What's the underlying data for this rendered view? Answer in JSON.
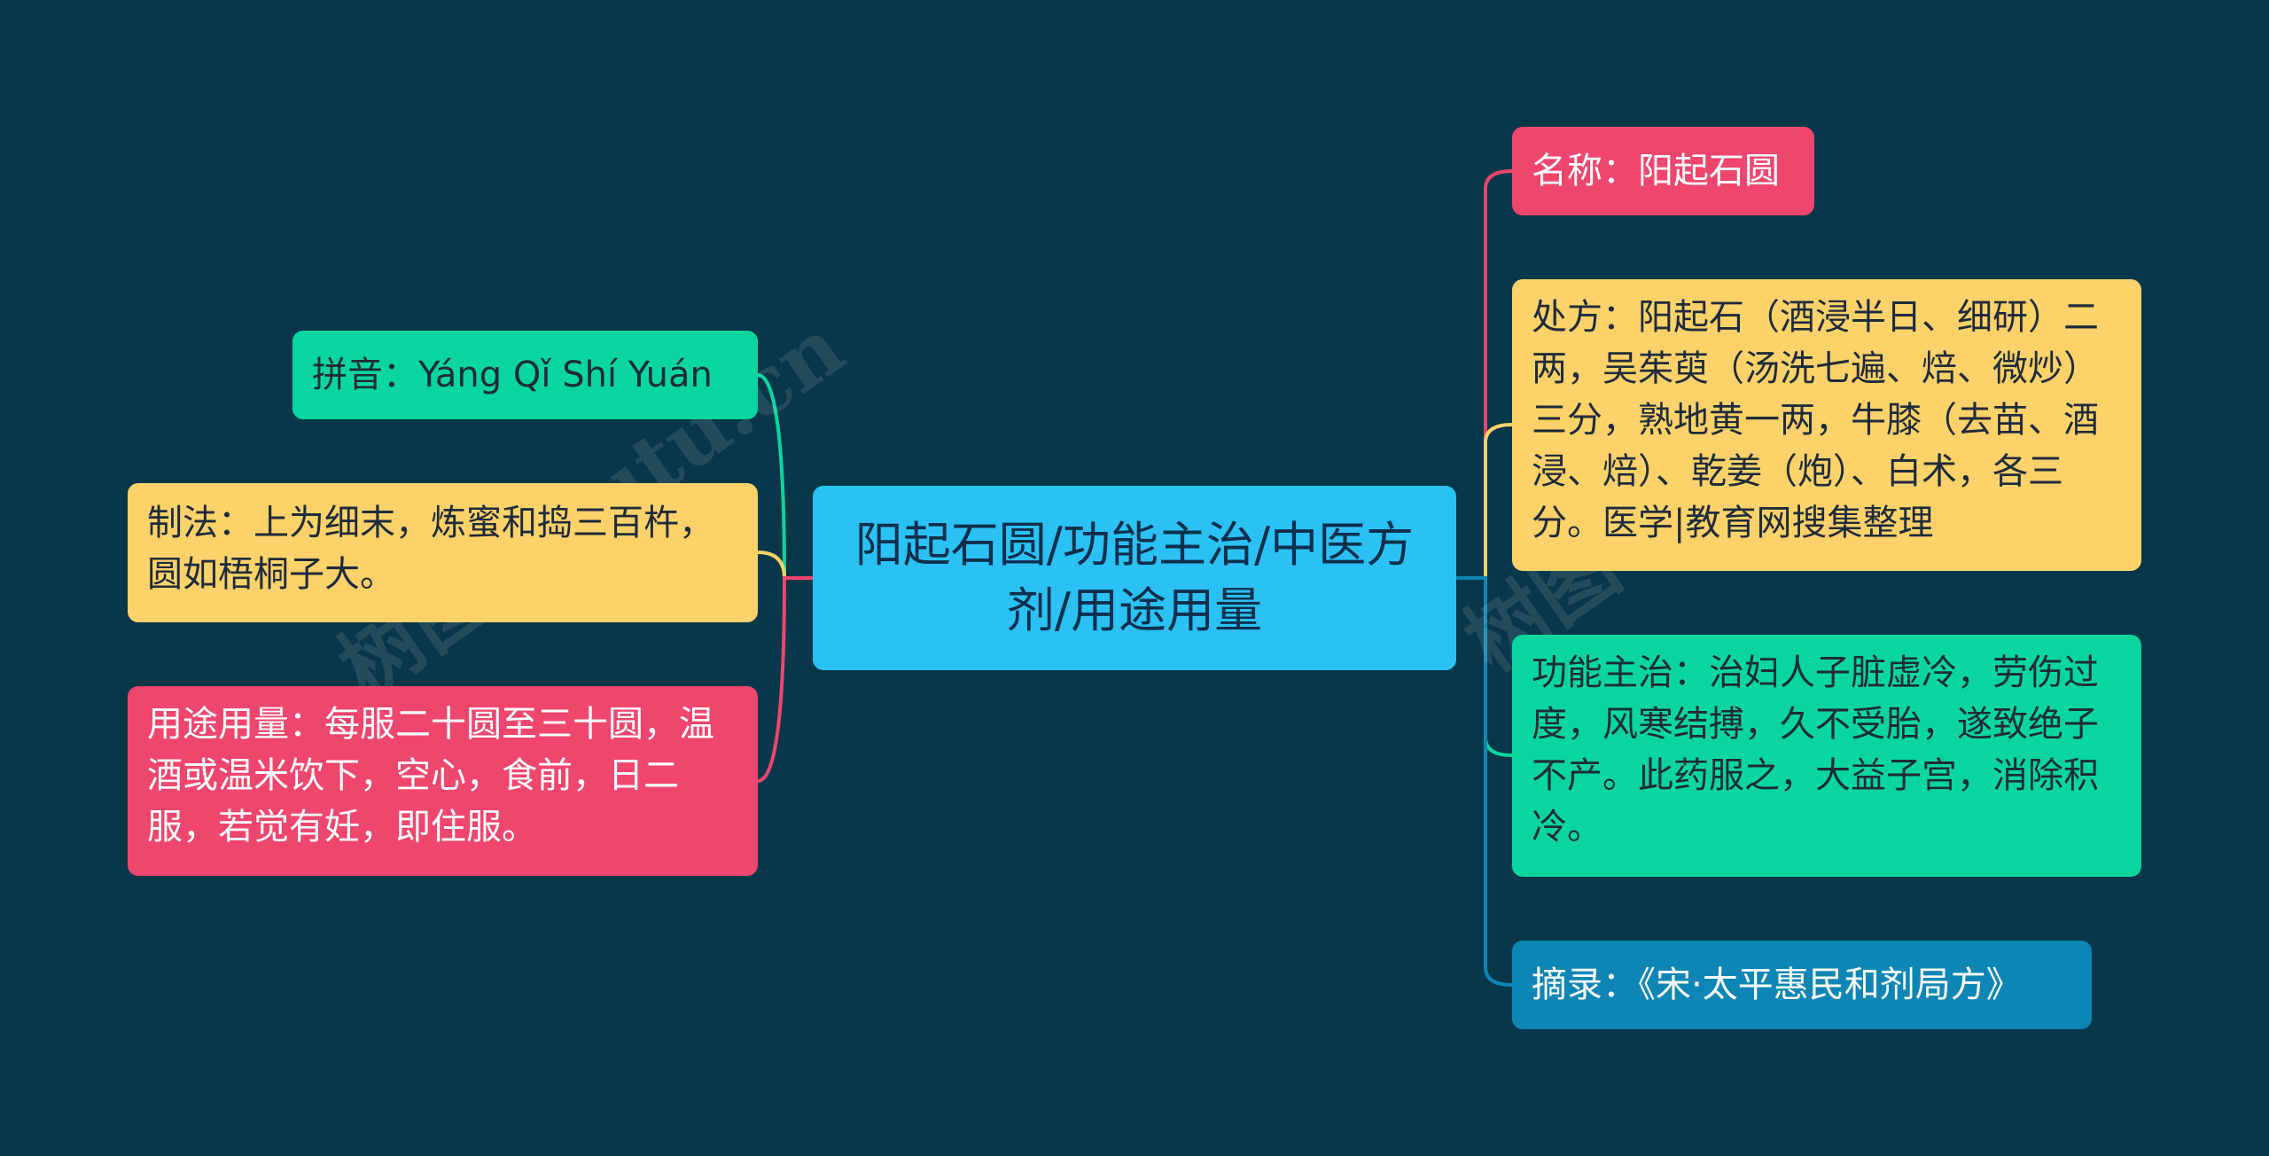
{
  "center": {
    "title": "阳起石圆/功能主治/中医方剂/用途用量"
  },
  "left_nodes": [
    {
      "text": "拼音：Yáng Qǐ Shí Yuán",
      "color": "#09d69e"
    },
    {
      "text": "制法：上为细末，炼蜜和捣三百杵，圆如梧桐子大。",
      "color": "#fdd26a"
    },
    {
      "text": "用途用量：每服二十圆至三十圆，温酒或温米饮下，空心，食前，日二服，若觉有妊，即住服。",
      "color": "#ef466e"
    }
  ],
  "right_nodes": [
    {
      "text": "名称：阳起石圆",
      "color": "#ef466e"
    },
    {
      "text": "处方：阳起石（酒浸半日、细研）二两，吴茱萸（汤洗七遍、焙、微炒）三分，熟地黄一两，牛膝（去苗、酒浸、焙）、乾姜（炮）、白术，各三分。医学|教育网搜集整理",
      "color": "#fdd26a"
    },
    {
      "text": "功能主治：治妇人子脏虚冷，劳伤过度，风寒结搏，久不受胎，遂致绝子不产。此药服之，大益子宫，消除积冷。",
      "color": "#09d69e"
    },
    {
      "text": "摘录：《宋·太平惠民和剂局方》",
      "color": "#0e86b5"
    }
  ],
  "watermarks": [
    "树图 shutu.cn",
    "树图 shutu.cn"
  ],
  "colors": {
    "background": "#073749",
    "center": "#2bc1f4"
  }
}
